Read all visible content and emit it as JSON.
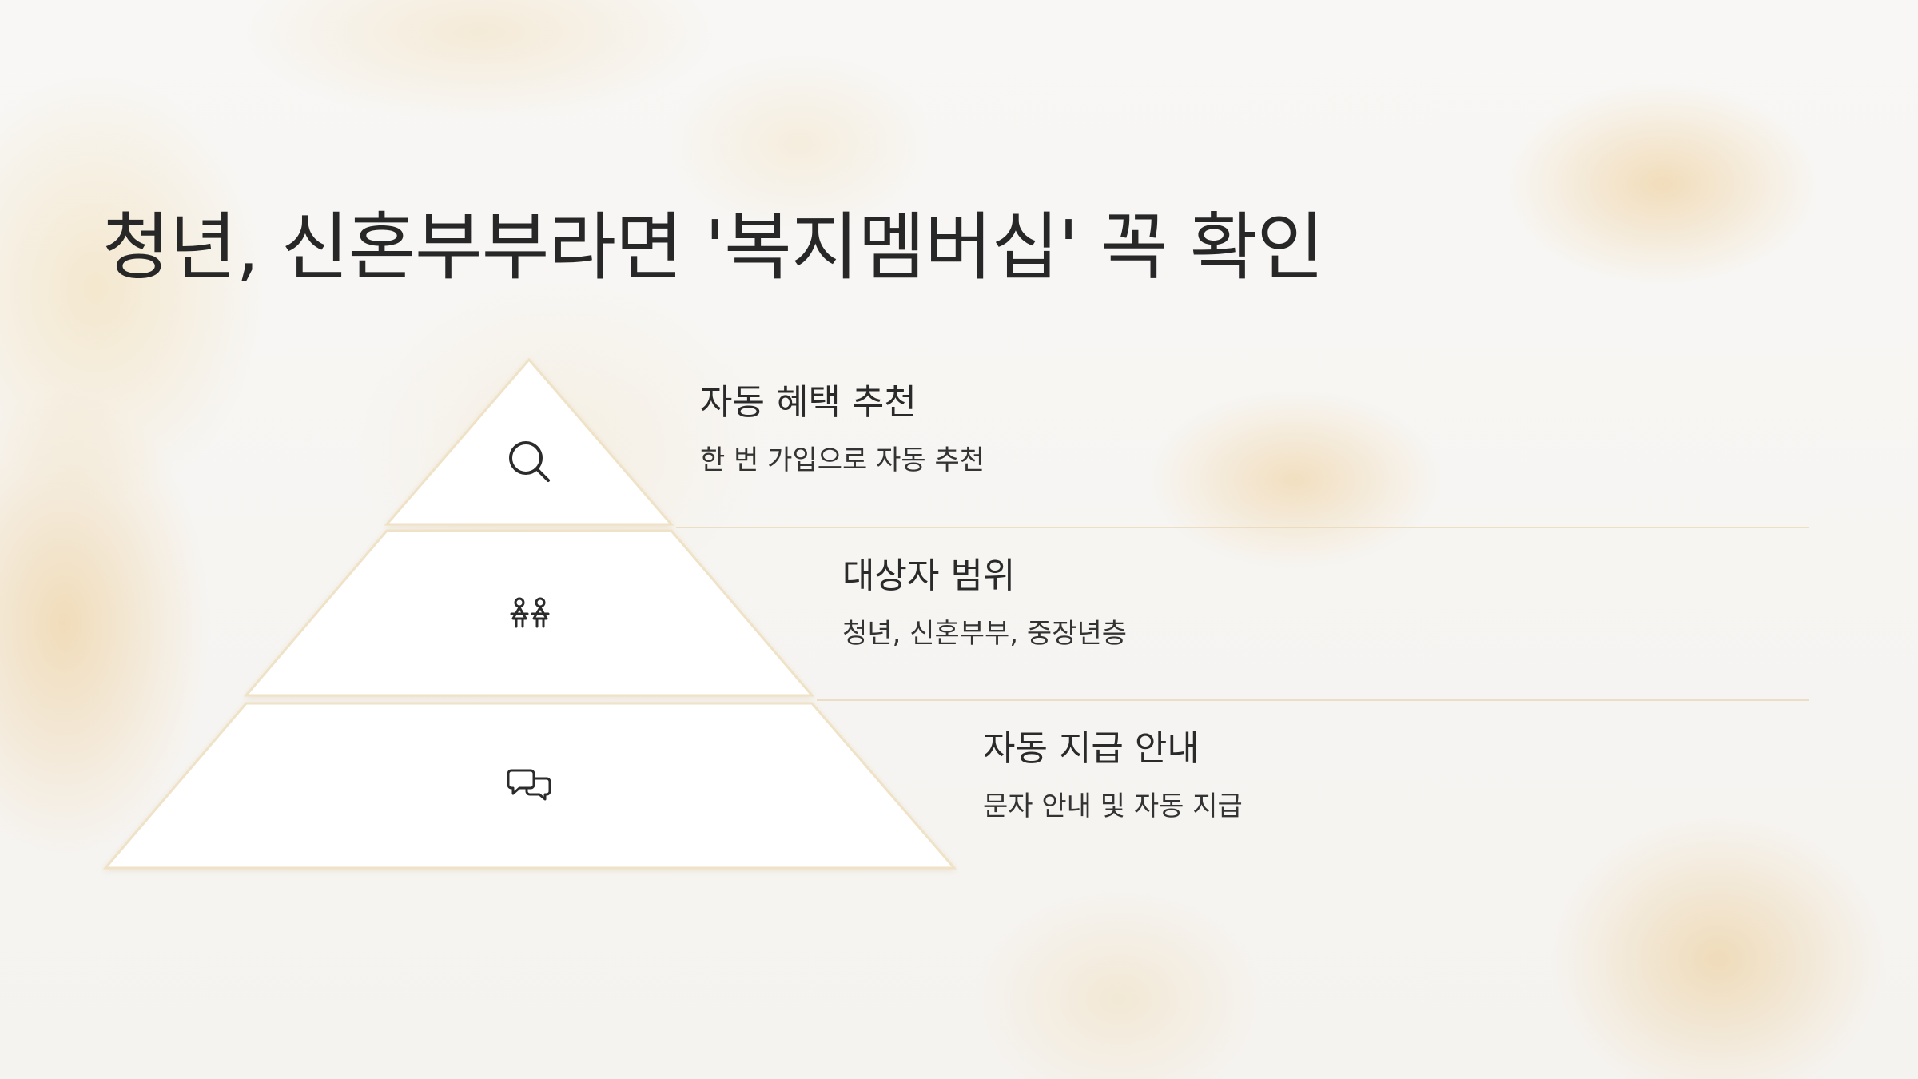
{
  "slide": {
    "title": "청년, 신혼부부라면 '복지멤버십' 꼭 확인"
  },
  "pyramid": {
    "levels": [
      {
        "icon": "search-icon",
        "heading": "자동 혜택 추천",
        "description": "한 번 가입으로 자동 추천"
      },
      {
        "icon": "couple-icon",
        "heading": "대상자 범위",
        "description": "청년, 신혼부부, 중장년층"
      },
      {
        "icon": "chat-bubbles-icon",
        "heading": "자동 지급 안내",
        "description": "문자 안내 및 자동 지급"
      }
    ]
  },
  "colors": {
    "accent_line": "#e8d7b4",
    "segment_fill": "#ffffff",
    "text": "#2b2b2b"
  }
}
